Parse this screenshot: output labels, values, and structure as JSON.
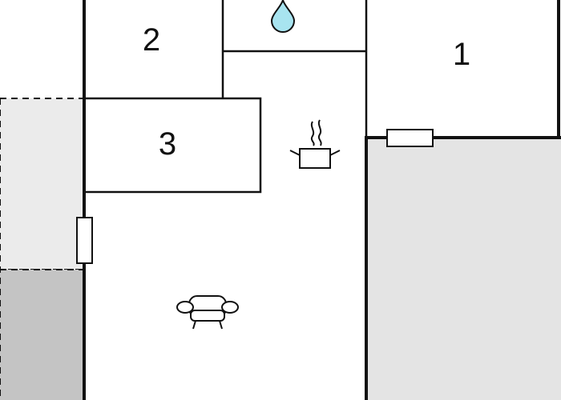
{
  "rooms": [
    {
      "id": "bedroom-1",
      "label": "1"
    },
    {
      "id": "bedroom-2",
      "label": "2"
    },
    {
      "id": "bedroom-3",
      "label": "3"
    }
  ],
  "icons": {
    "bathroom": "water-drop-icon",
    "kitchen": "cooking-pot-icon",
    "living": "armchair-icon"
  },
  "colors": {
    "background": "#ffffff",
    "wall": "#111111",
    "outdoor_area": "#e4e4e4",
    "dashed_area": "#ebebeb",
    "garage_area": "#c4c4c4",
    "water": "#a8e4f0"
  }
}
